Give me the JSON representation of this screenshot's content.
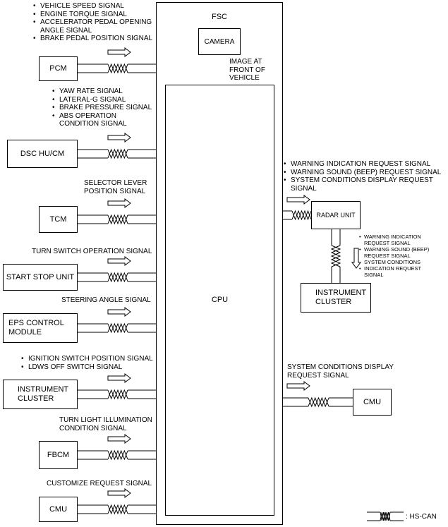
{
  "fsc": {
    "title": "FSC",
    "camera": "CAMERA",
    "image_label": [
      "IMAGE AT",
      "FRONT OF",
      "VEHICLE"
    ],
    "cpu": "CPU"
  },
  "left_units": [
    {
      "name": "PCM",
      "signals": [
        "VEHICLE SPEED SIGNAL",
        "ENGINE TORQUE SIGNAL",
        "ACCELERATOR PEDAL OPENING",
        "ANGLE SIGNAL",
        "BRAKE PEDAL POSITION SIGNAL"
      ]
    },
    {
      "name": "DSC HU/CM",
      "signals": [
        "YAW RATE SIGNAL",
        "LATERAL-G SIGNAL",
        "BRAKE PRESSURE SIGNAL",
        "ABS OPERATION",
        "CONDITION SIGNAL"
      ]
    },
    {
      "name": "TCM",
      "signals": [
        "SELECTOR LEVER",
        "POSITION SIGNAL"
      ]
    },
    {
      "name": "START STOP UNIT",
      "signals": [
        "TURN SWITCH OPERATION SIGNAL"
      ]
    },
    {
      "name": [
        "EPS CONTROL",
        "MODULE"
      ],
      "signals": [
        "STEERING ANGLE SIGNAL"
      ]
    },
    {
      "name": [
        "INSTRUMENT",
        "CLUSTER"
      ],
      "signals": [
        "IGNITION SWITCH POSITION SIGNAL",
        "LDWS OFF SWITCH SIGNAL"
      ]
    },
    {
      "name": "FBCM",
      "signals": [
        "TURN LIGHT ILLUMINATION",
        "CONDITION SIGNAL"
      ]
    },
    {
      "name": "CMU",
      "signals": [
        "CUSTOMIZE REQUEST SIGNAL"
      ]
    }
  ],
  "right": {
    "radar_signals": [
      "WARNING INDICATION REQUEST SIGNAL",
      "WARNING SOUND (BEEP) REQUEST SIGNAL",
      "SYSTEM CONDITIONS DISPLAY REQUEST",
      "SIGNAL"
    ],
    "radar_unit": "RADAR UNIT",
    "cluster_signals": [
      "WARNING INDICATION",
      "REQUEST SIGNAL",
      "WARNING SOUND (BEEP)",
      "REQUEST SIGNAL",
      "SYSTEM CONDITIONS",
      "INDICATION REQUEST",
      "SIGNAL"
    ],
    "instrument_cluster": [
      "INSTRUMENT",
      "CLUSTER"
    ],
    "cmu_signals": [
      "SYSTEM CONDITIONS DISPLAY",
      "REQUEST SIGNAL"
    ],
    "cmu": "CMU"
  },
  "legend": {
    "label": ": HS-CAN"
  }
}
